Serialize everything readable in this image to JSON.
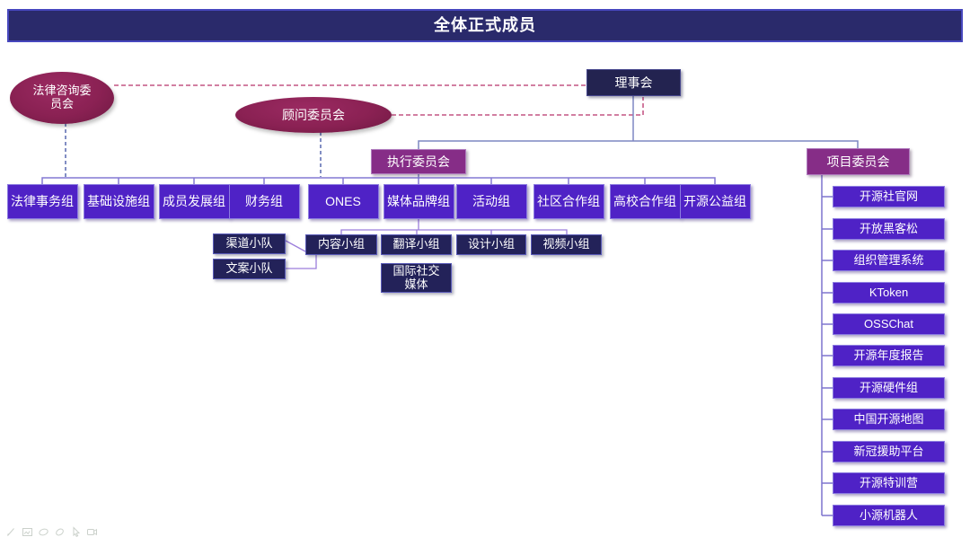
{
  "title": "全体正式成员",
  "nodes": {
    "board": "理事会",
    "legal_advisory": "法律咨询委员会",
    "advisory": "顾问委员会",
    "executive": "执行委员会",
    "project_committee": "项目委员会"
  },
  "working_groups": [
    "法律事务组",
    "基础设施组",
    "成员发展组",
    "财务组",
    "ONES",
    "媒体品牌组",
    "活动组",
    "社区合作组",
    "高校合作组",
    "开源公益组"
  ],
  "content_sub_teams": [
    "渠道小队",
    "文案小队"
  ],
  "media_sub_teams": [
    "内容小组",
    "翻译小组",
    "设计小组",
    "视频小组"
  ],
  "intl_social_media": "国际社交媒体",
  "projects": [
    "开源社官网",
    "开放黑客松",
    "组织管理系统",
    "KToken",
    "OSSChat",
    "开源年度报告",
    "开源硬件组",
    "中国开源地图",
    "新冠援助平台",
    "开源特训营",
    "小源机器人"
  ],
  "toolbar": {
    "icons": [
      "pencil-icon",
      "image-icon",
      "oval-icon",
      "eraser-icon",
      "cursor-icon",
      "camera-icon"
    ]
  },
  "colors": {
    "title_bg": "#2A2A6B",
    "title_border": "#4747BE",
    "violet_box": "#4F22C6",
    "violet_border": "#8C7CE0",
    "navy_box": "#232259",
    "navy_border": "#5A5BB8",
    "magenta_box": "#862D87",
    "maroon_ellipse": "#8A2153",
    "tree_line": "#7D87C2",
    "bus_line": "#8478D4",
    "media_line": "#9C7EDC",
    "dashed_red": "#B8336B",
    "dashed_blue": "#3F51A3"
  }
}
